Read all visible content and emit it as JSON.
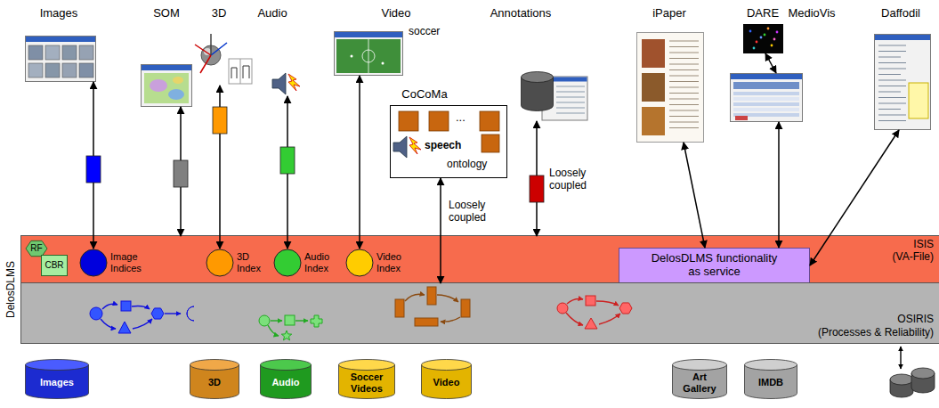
{
  "diagram": {
    "nodes": [
      {
        "text": [
          "Images"
        ]
      },
      {
        "text": [
          "SOM"
        ]
      },
      {
        "text": [
          "3D"
        ]
      },
      {
        "text": [
          "Audio"
        ]
      },
      {
        "text": [
          "Video",
          "soccer"
        ]
      },
      {
        "text": [
          "CoCoMa",
          "...",
          "speech",
          "ontology"
        ]
      },
      {
        "text": [
          "Annotations"
        ]
      },
      {
        "text": [
          "iPaper"
        ]
      },
      {
        "text": [
          "DARE"
        ]
      },
      {
        "text": [
          "MedioVis"
        ]
      },
      {
        "text": [
          "Daffodil"
        ]
      },
      {
        "text": [
          "DelosDLMS"
        ]
      },
      {
        "text": [
          "ISIS",
          "(VA-File)"
        ],
        "in": 11
      },
      {
        "text": [
          "OSIRIS",
          "(Processes & Reliability)"
        ],
        "in": 11
      },
      {
        "text": [
          "RF"
        ],
        "in": 12
      },
      {
        "text": [
          "CBR"
        ],
        "in": 12
      },
      {
        "text": [
          "Image Indices"
        ],
        "in": 12
      },
      {
        "text": [
          "3D Index"
        ],
        "in": 12
      },
      {
        "text": [
          "Audio Index"
        ],
        "in": 12
      },
      {
        "text": [
          "Video Index"
        ],
        "in": 12
      },
      {
        "text": [
          "DelosDLMS functionality as service"
        ],
        "in": 12
      },
      {
        "text": [
          "Images"
        ]
      },
      {
        "text": [
          "3D"
        ]
      },
      {
        "text": [
          "Audio"
        ]
      },
      {
        "text": [
          "Soccer Videos"
        ]
      },
      {
        "text": [
          "Video"
        ]
      },
      {
        "text": [
          "Art Gallery"
        ]
      },
      {
        "text": [
          "IMDB"
        ]
      }
    ],
    "edges": [
      {
        "from": 0,
        "to": 16,
        "arrow": "both"
      },
      {
        "from": 1,
        "to": 12,
        "arrow": "both"
      },
      {
        "from": 2,
        "to": 17,
        "arrow": "both"
      },
      {
        "from": 3,
        "to": 18,
        "arrow": "both"
      },
      {
        "from": 4,
        "to": 19,
        "arrow": "both"
      },
      {
        "from": 5,
        "to": 13,
        "arrow": "both",
        "label": "Loosely coupled"
      },
      {
        "from": 6,
        "to": 12,
        "arrow": "both",
        "label": "Loosely coupled"
      },
      {
        "from": 7,
        "to": 20,
        "arrow": "both"
      },
      {
        "from": 8,
        "to": 9,
        "arrow": "both"
      },
      {
        "from": 9,
        "to": 20,
        "arrow": "both"
      },
      {
        "from": 10,
        "to": 20,
        "arrow": "both"
      }
    ]
  }
}
